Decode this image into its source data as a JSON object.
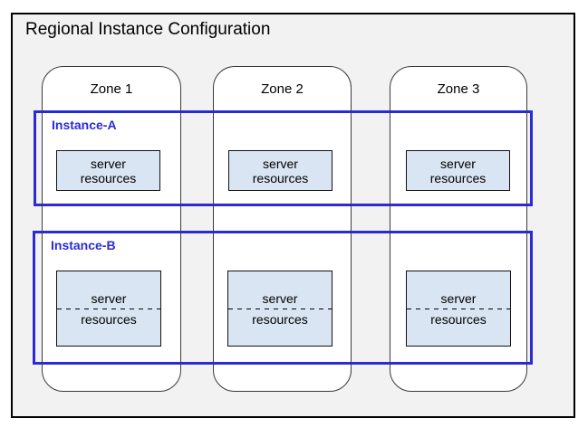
{
  "diagram": {
    "title": "Regional Instance Configuration",
    "zones": [
      {
        "label": "Zone 1"
      },
      {
        "label": "Zone 2"
      },
      {
        "label": "Zone 3"
      }
    ],
    "instances": [
      {
        "label": "Instance-A",
        "boxes": [
          {
            "line1": "server",
            "line2": "resources",
            "divider": false
          },
          {
            "line1": "server",
            "line2": "resources",
            "divider": false
          },
          {
            "line1": "server",
            "line2": "resources",
            "divider": false
          }
        ]
      },
      {
        "label": "Instance-B",
        "boxes": [
          {
            "line1": "server",
            "line2": "resources",
            "divider": true
          },
          {
            "line1": "server",
            "line2": "resources",
            "divider": true
          },
          {
            "line1": "server",
            "line2": "resources",
            "divider": true
          }
        ]
      }
    ],
    "colors": {
      "accent_blue": "#2b2bd5",
      "server_box_fill": "#d9e5f3",
      "frame_fill": "#f2f2f2",
      "zone_fill": "#ffffff",
      "border_dark": "#000000"
    }
  }
}
